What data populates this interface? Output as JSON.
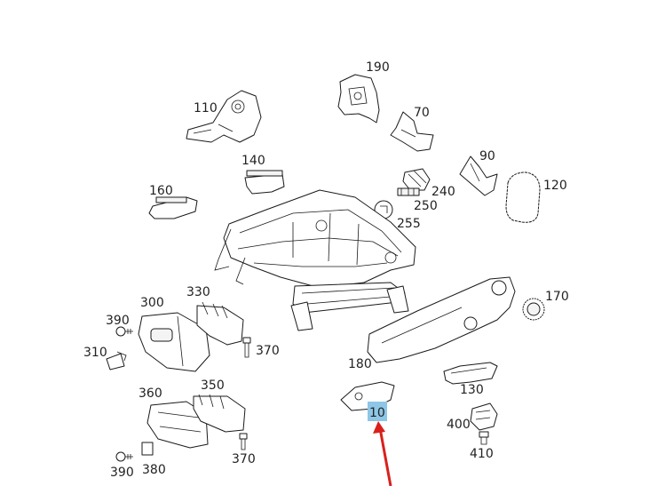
{
  "diagram": {
    "parts": [
      {
        "id": "p190",
        "label": "190"
      },
      {
        "id": "p70",
        "label": "70"
      },
      {
        "id": "p110",
        "label": "110"
      },
      {
        "id": "p90",
        "label": "90"
      },
      {
        "id": "p120",
        "label": "120"
      },
      {
        "id": "p140",
        "label": "140"
      },
      {
        "id": "p240",
        "label": "240"
      },
      {
        "id": "p250",
        "label": "250"
      },
      {
        "id": "p255",
        "label": "255"
      },
      {
        "id": "p160",
        "label": "160"
      },
      {
        "id": "p170",
        "label": "170"
      },
      {
        "id": "p300",
        "label": "300"
      },
      {
        "id": "p330",
        "label": "330"
      },
      {
        "id": "p390a",
        "label": "390"
      },
      {
        "id": "p310",
        "label": "310"
      },
      {
        "id": "p370a",
        "label": "370"
      },
      {
        "id": "p180",
        "label": "180"
      },
      {
        "id": "p130",
        "label": "130"
      },
      {
        "id": "p360",
        "label": "360"
      },
      {
        "id": "p350",
        "label": "350"
      },
      {
        "id": "p10",
        "label": "10"
      },
      {
        "id": "p400",
        "label": "400"
      },
      {
        "id": "p410",
        "label": "410"
      },
      {
        "id": "p370b",
        "label": "370"
      },
      {
        "id": "p390b",
        "label": "390"
      },
      {
        "id": "p380",
        "label": "380"
      }
    ],
    "highlighted_part": "10",
    "colors": {
      "highlight": "#8ec6e6",
      "arrow": "#d9201c",
      "line": "#1a1a1a",
      "background": "#ffffff"
    }
  }
}
